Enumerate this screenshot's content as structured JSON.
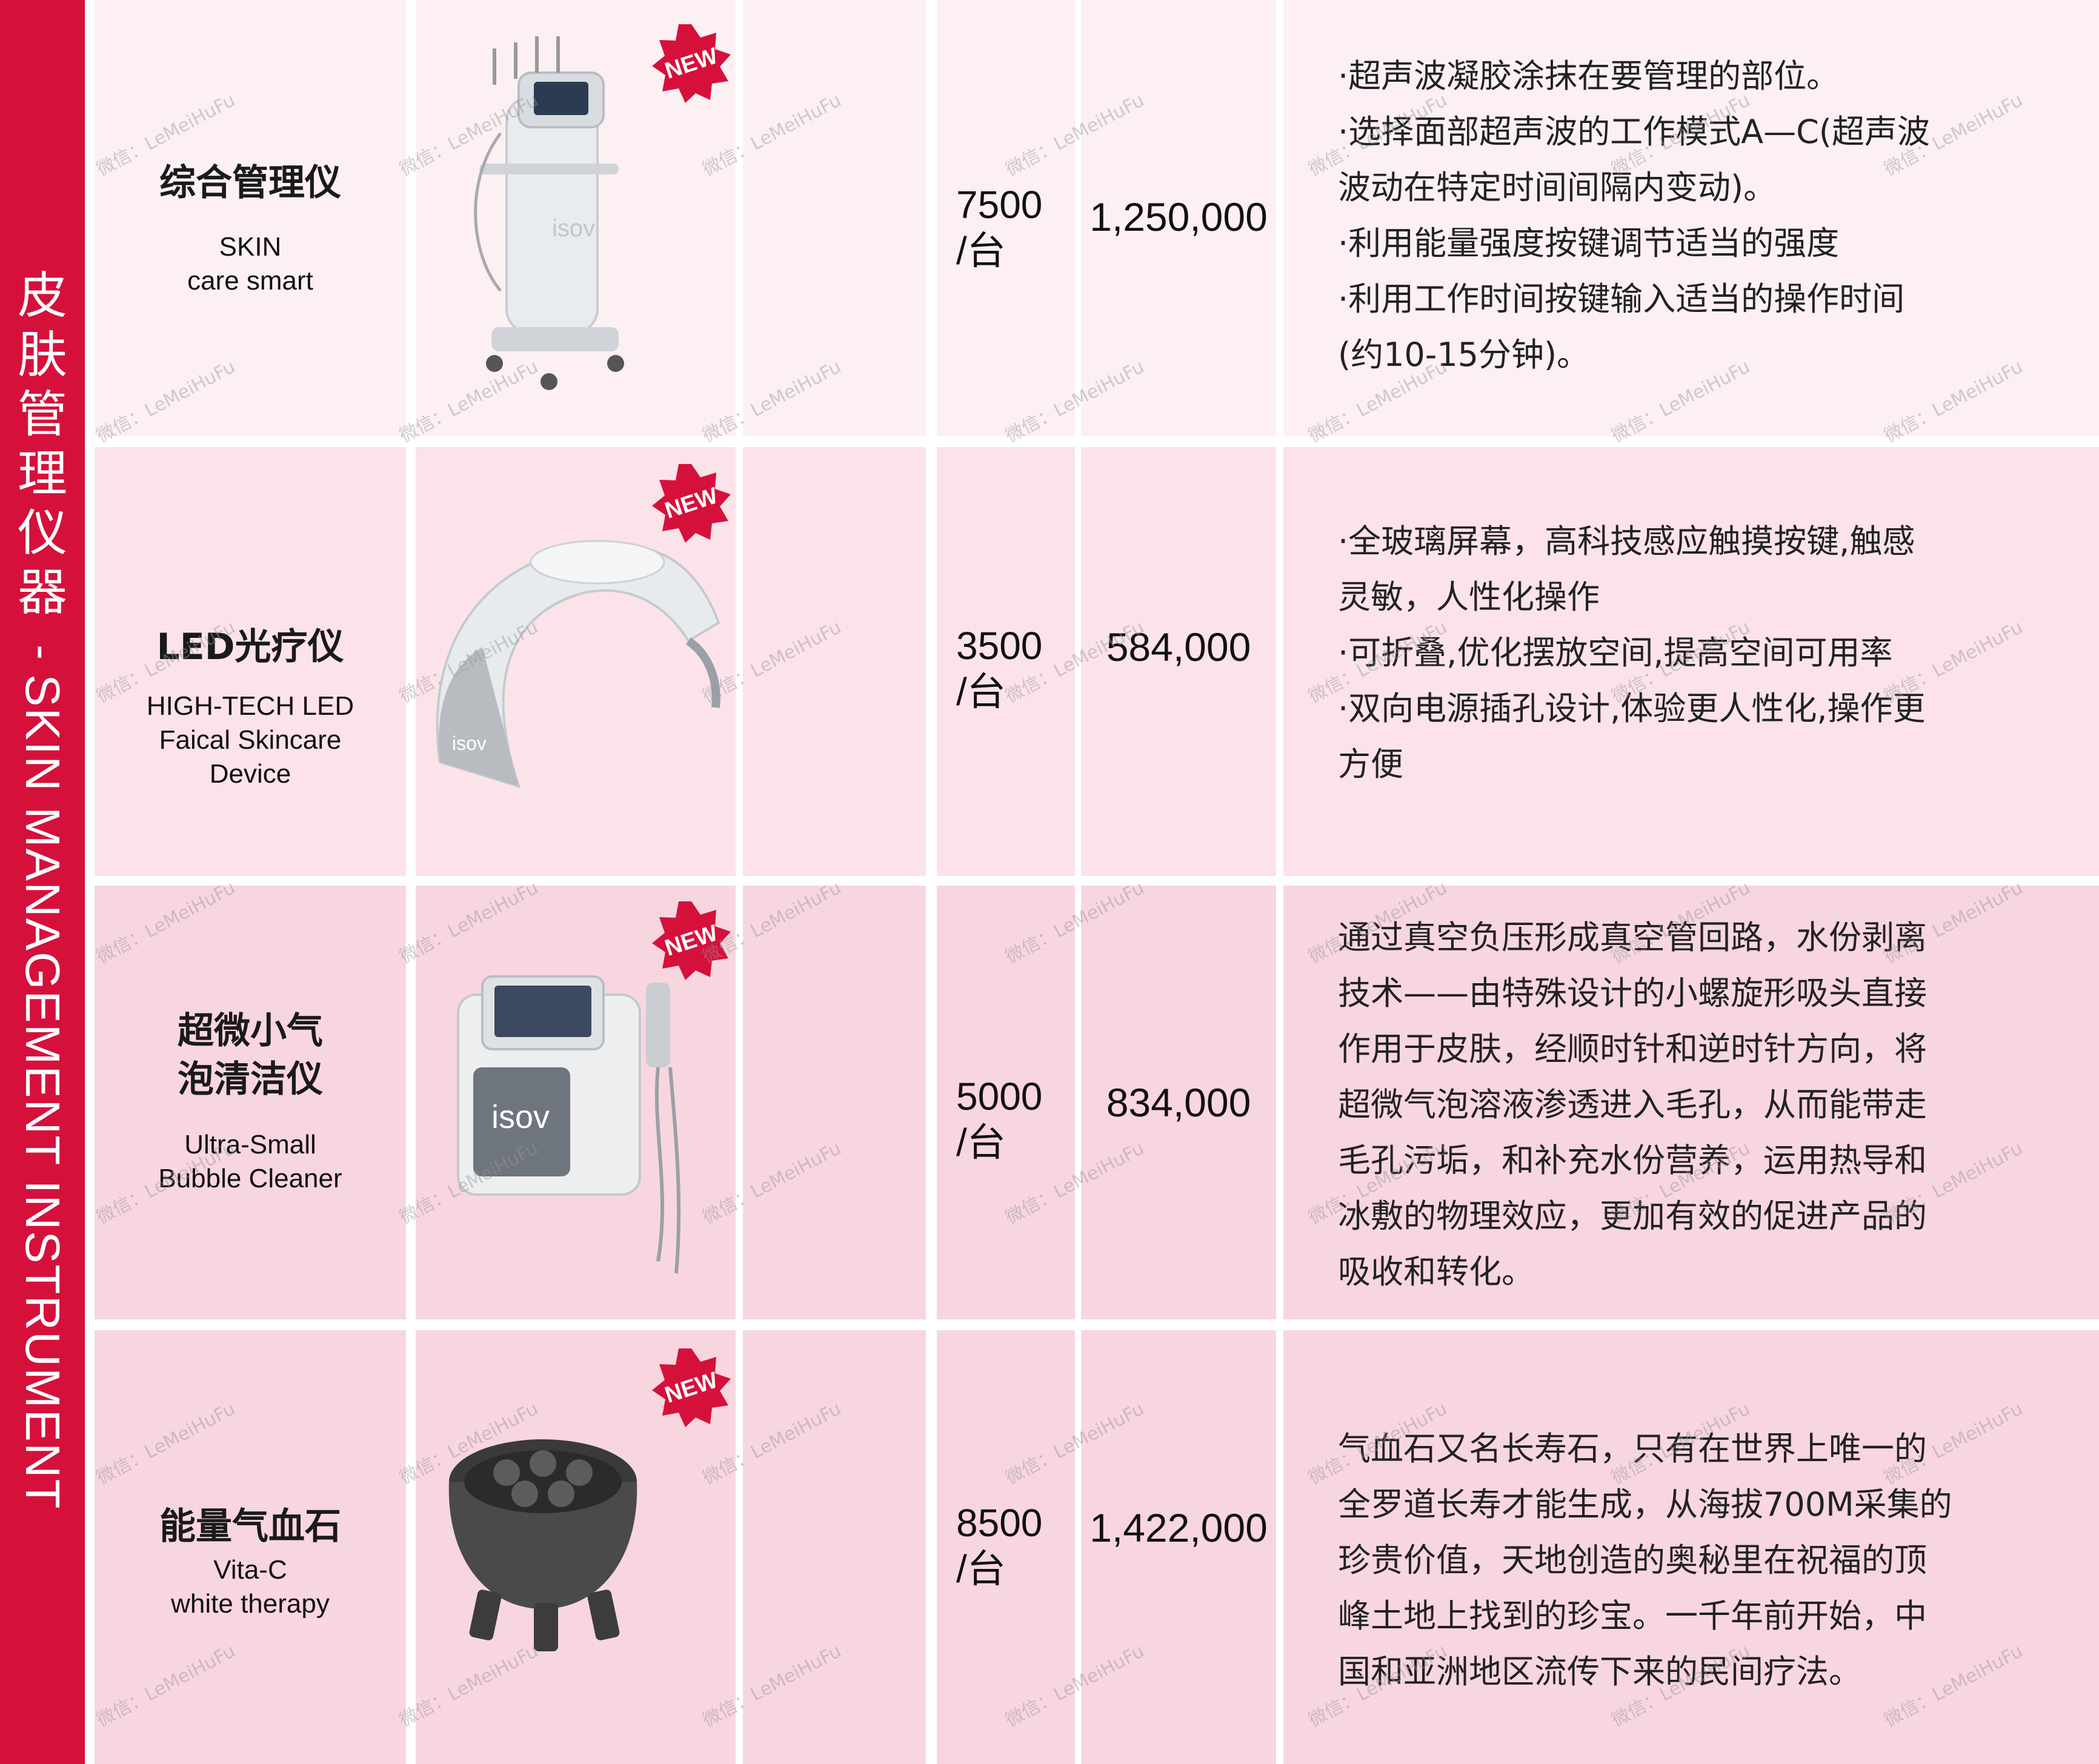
{
  "sidebar": {
    "title_cn_chars": [
      "皮",
      "肤",
      "管",
      "理",
      "仪",
      "器"
    ],
    "separator": "-",
    "title_en": "SKIN MANAGEMENT INSTRUMENT",
    "color": "#d5113b"
  },
  "badge_label": "NEW",
  "watermark": "微信：LeMeiHuFu",
  "products": [
    {
      "name_cn": "综合管理仪",
      "name_en": [
        "SKIN",
        "care smart"
      ],
      "qty": [
        "7500",
        "/台"
      ],
      "price": "1,250,000",
      "desc": [
        "·超声波凝胶涂抹在要管理的部位。",
        "·选择面部超声波的工作模式A—C(超声波",
        "  波动在特定时间间隔内变动)。",
        "·利用能量强度按键调节适当的强度",
        "·利用工作时间按键输入适当的操作时间",
        "  (约10-15分钟)。"
      ]
    },
    {
      "name_cn": "LED光疗仪",
      "name_en": [
        "HIGH-TECH LED",
        "Faical Skincare",
        "Device"
      ],
      "qty": [
        "3500",
        "/台"
      ],
      "price": "584,000",
      "desc": [
        "·全玻璃屏幕，高科技感应触摸按键,触感",
        "  灵敏，人性化操作",
        "·可折叠,优化摆放空间,提高空间可用率",
        "·双向电源插孔设计,体验更人性化,操作更",
        "  方便"
      ]
    },
    {
      "name_cn": [
        "超微小气",
        "泡清洁仪"
      ],
      "name_en": [
        "Ultra-Small",
        "Bubble Cleaner"
      ],
      "qty": [
        "5000",
        "/台"
      ],
      "price": "834,000",
      "desc": [
        "通过真空负压形成真空管回路，水份剥离",
        "技术——由特殊设计的小螺旋形吸头直接",
        "作用于皮肤，经顺时针和逆时针方向，将",
        "超微气泡溶液渗透进入毛孔，从而能带走",
        "毛孔污垢，和补充水份营养，运用热导和",
        "冰敷的物理效应，更加有效的促进产品的",
        "吸收和转化。"
      ]
    },
    {
      "name_cn": "能量气血石",
      "name_en": [
        "Vita-C",
        "white therapy"
      ],
      "qty": [
        "8500",
        "/台"
      ],
      "price": "1,422,000",
      "desc": [
        "气血石又名长寿石，只有在世界上唯一的",
        "全罗道长寿才能生成，从海拔700M采集的",
        "珍贵价值，天地创造的奥秘里在祝福的顶",
        "峰土地上找到的珍宝。一千年前开始，中",
        "国和亚洲地区流传下来的民间疗法。"
      ]
    }
  ]
}
